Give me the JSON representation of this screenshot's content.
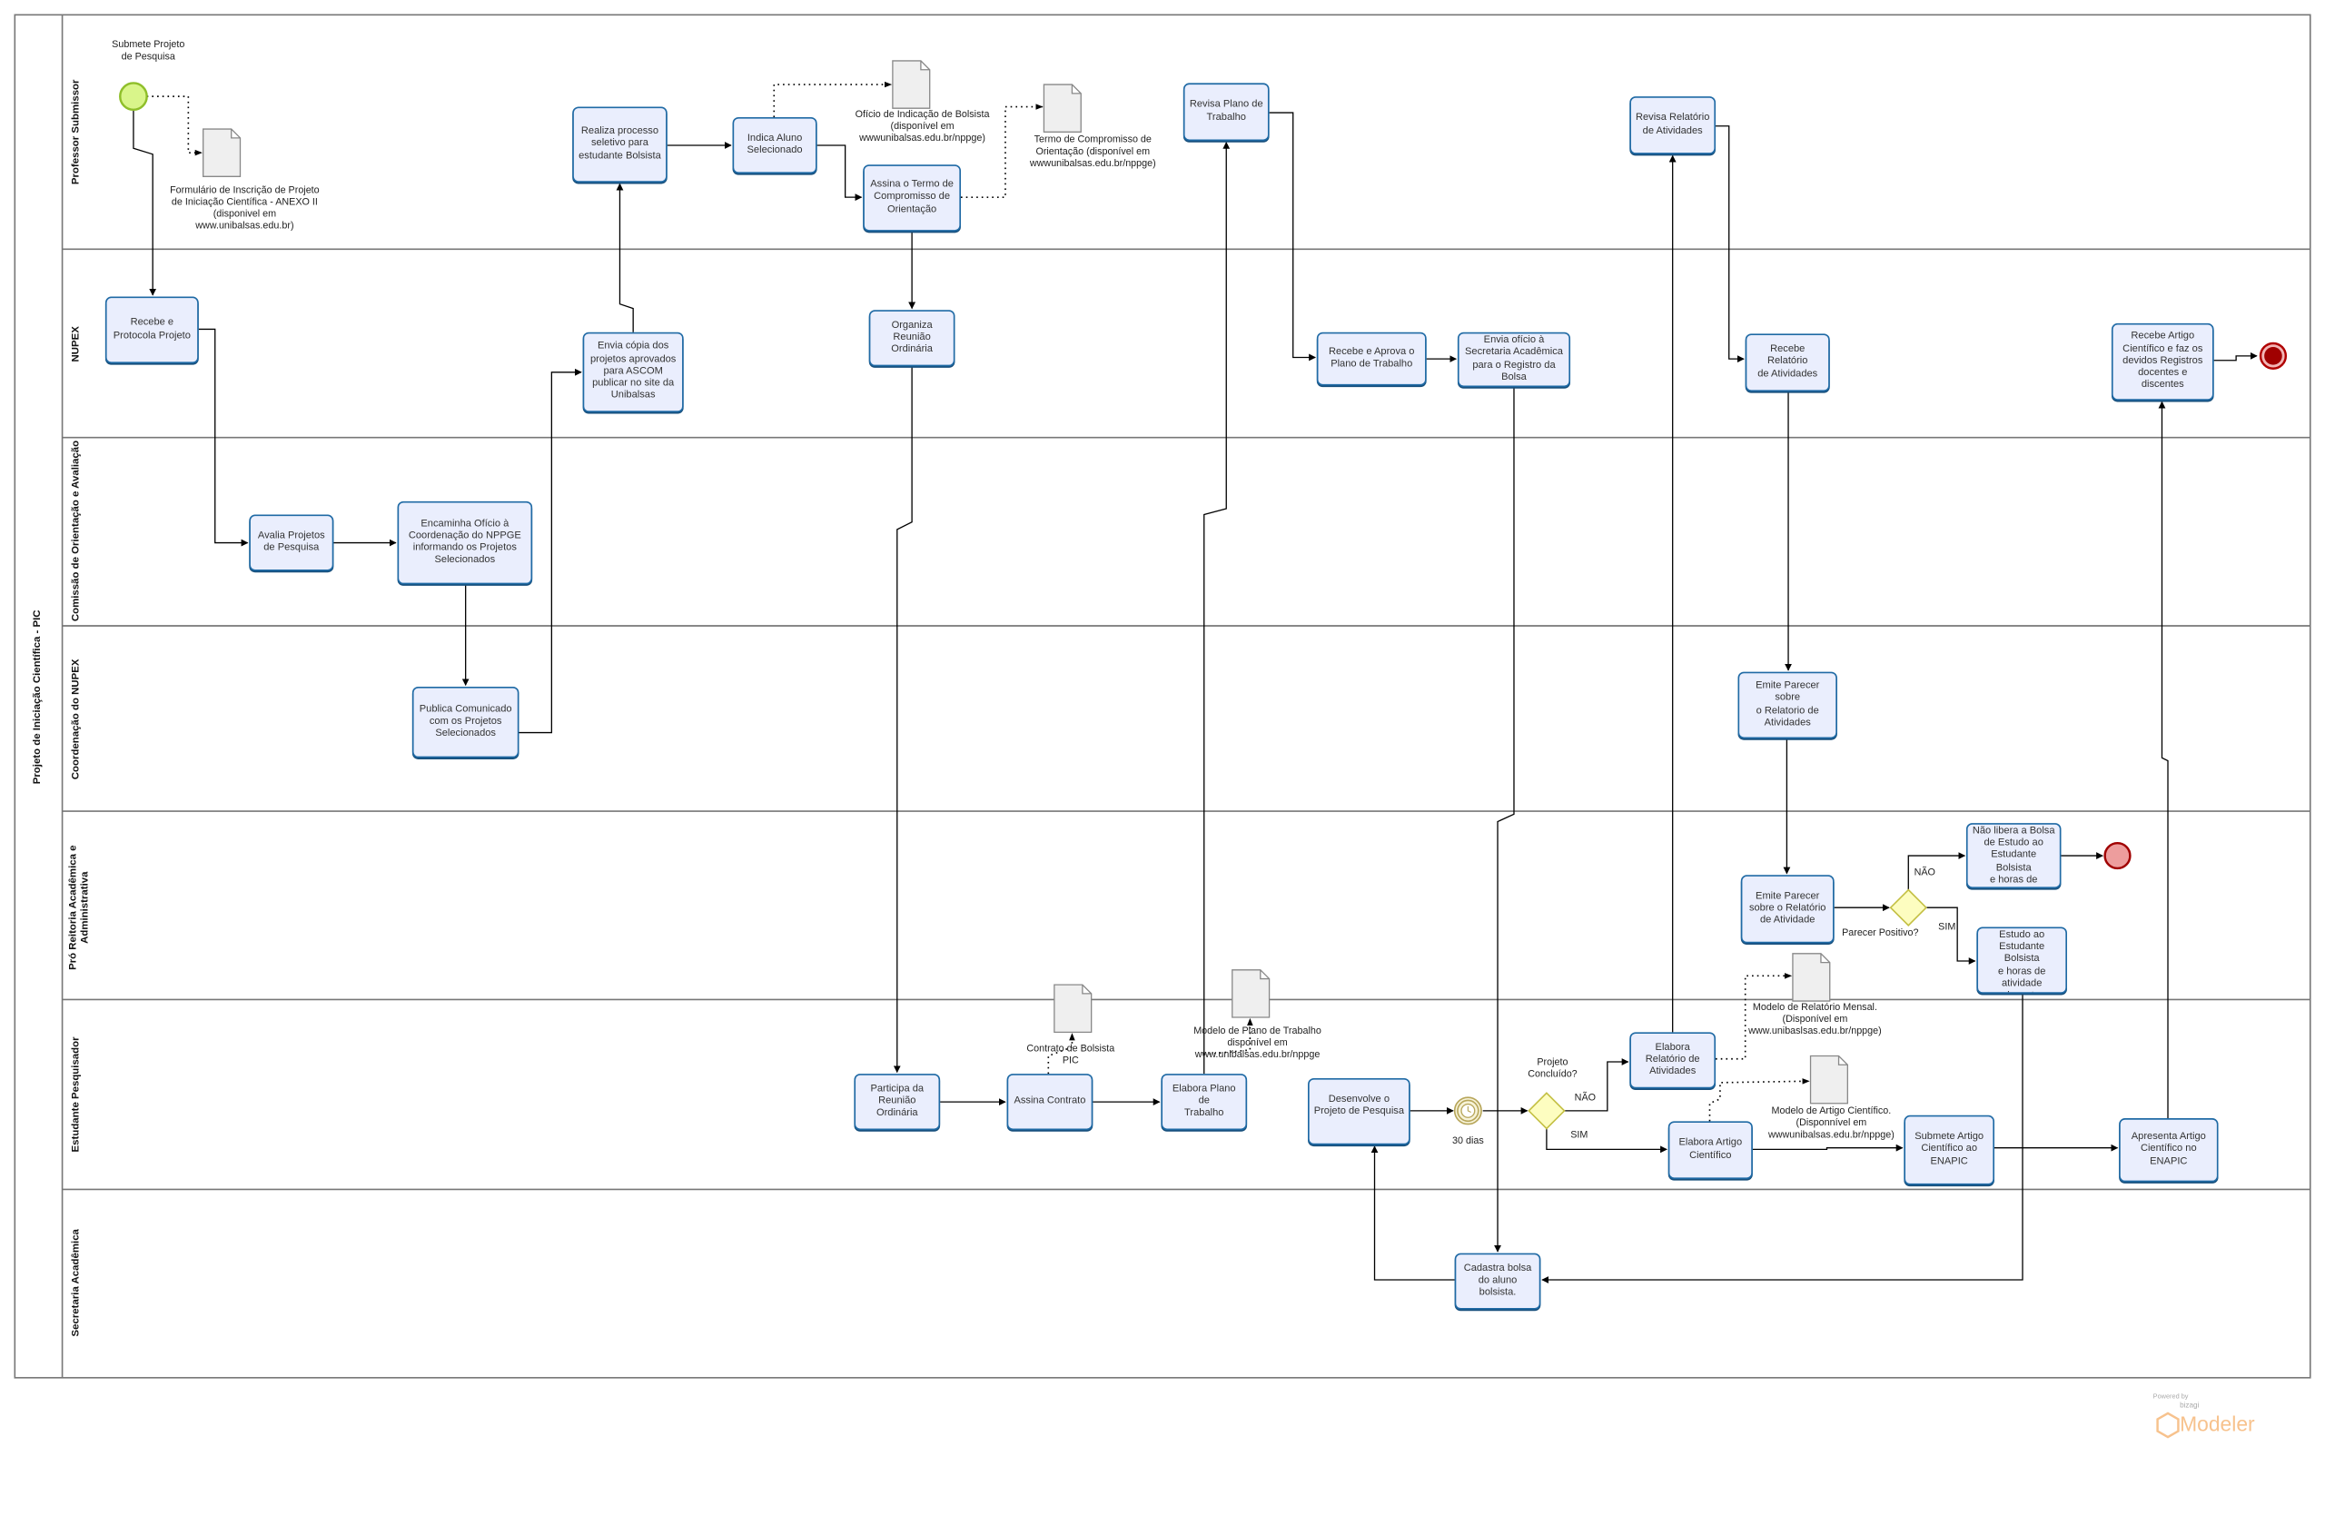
{
  "pool": {
    "title": "Projeto de Iniciação Científica - PIC"
  },
  "lanes": [
    "Professor Submissor",
    "NUPEX",
    "Comissão de Orientação e Avaliação",
    "Coordenação do NUPEX",
    "Pró Reitoria Acadêmica e\nAdministrativa",
    "Estudante Pesquisador",
    "Secretaria Acadêmica"
  ],
  "tasks": [
    "Recebe e\nProtocola Projeto",
    "Avalia Projetos\nde Pesquisa",
    "Encaminha Ofício à\nCoordenação do NPPGE\ninformando os Projetos\nSelecionados",
    "Publica Comunicado\ncom os Projetos\nSelecionados",
    "Envia cópia dos\nprojetos aprovados\npara ASCOM\npublicar no site da\nUnibalsas",
    "Realiza processo\nseletivo para\nestudante Bolsista",
    "Indica Aluno\nSelecionado",
    "Assina o Termo de\nCompromisso de\nOrientação",
    "Organiza\nReunião\nOrdinária",
    "Participa da\nReunião\nOrdinária",
    "Assina Contrato",
    "Elabora Plano de\nTrabalho",
    "Revisa Plano de\nTrabalho",
    "Recebe e Aprova o\nPlano de Trabalho",
    "Envia ofício à\nSecretaria Acadêmica\npara o Registro da\nBolsa",
    "Cadastra bolsa\ndo aluno\nbolsista.",
    "Desenvolve o\nProjeto de Pesquisa",
    "Elabora\nRelatório de\nAtividades",
    "Elabora Artigo\nCientífico",
    "Submete Artigo\nCientífico ao\nENAPIC",
    "Apresenta Artigo\nCientífico no\nENAPIC",
    "Revisa Relatório\nde Atividades",
    "Recebe Relatório\nde Atividades",
    "Emite Parecer sobre\no Relatorio de\nAtividades",
    "Emite Parecer\nsobre o Relatório\nde Atividade",
    "Não libera a Bolsa\nde Estudo ao\nEstudante Bolsista\ne horas de\natividade docente",
    "Libera a Bolsa de\nEstudo ao\nEstudante Bolsista\ne horas de\natividade docente",
    "Recebe Artigo\nCientífico e faz os\ndevidos Registros\ndocentes e discentes"
  ],
  "documents": [
    "Formulário de Inscrição de Projeto\nde Iniciação Científica - ANEXO II\n(disponivel em\nwww.unibalsas.edu.br)",
    "Ofício de Indicação de Bolsista\n(disponível em\nwwwunibalsas.edu.br/nppge)",
    "Termo de Compromisso de\nOrientação (disponível em\nwwwunibalsas.edu.br/nppge)",
    "Contrato de Bolsista\nPIC",
    "Modelo de Plano de Trabalho\ndisponível em\nwww.unibalsas.edu.br/nppge",
    "Modelo de Relatório Mensal.\n(Disponível em\nwww.unibaslsas.edu.br/nppge)",
    "Modelo de Artigo Científico.\n(Disponnível em\nwwwunibalsas.edu.br/nppge)"
  ],
  "events": {
    "start_label": "Submete Projeto\nde Pesquisa",
    "timer_label": "30 dias"
  },
  "gateways": {
    "concluido": {
      "label": "Projeto\nConcluído?",
      "no": "NÃO",
      "yes": "SIM"
    },
    "parecer": {
      "label": "Parecer Positivo?",
      "no": "NÃO",
      "yes": "SIM"
    }
  },
  "watermark": {
    "powered": "Powered by",
    "brand": "bizagi",
    "product": "Modeler"
  },
  "colors": {
    "task_fill": "#eaeefd",
    "task_border": "#1f6aa5",
    "start": "#d9f58a",
    "end": "#a00000",
    "gateway": "#fdfdc0"
  }
}
